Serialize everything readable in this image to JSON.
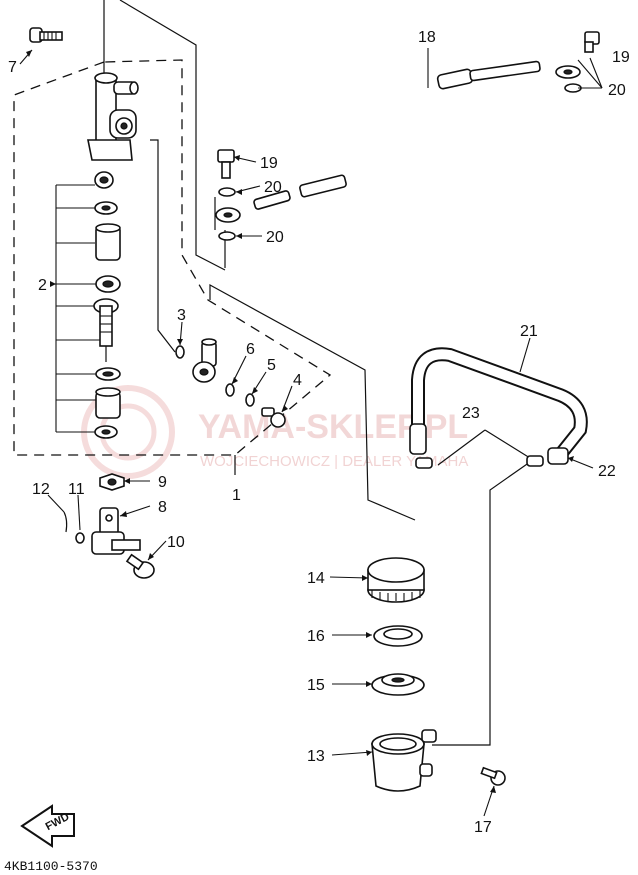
{
  "diagram": {
    "code": "4KB1100-5370",
    "fwd_label": "FWD",
    "watermark": {
      "line1": "YAMA-SKLEP.PL",
      "line2": "WOJCIECHOWICZ | DEALER YAMAHA"
    },
    "callouts": [
      {
        "id": "c7",
        "label": "7"
      },
      {
        "id": "c2",
        "label": "2"
      },
      {
        "id": "c3",
        "label": "3"
      },
      {
        "id": "c6",
        "label": "6"
      },
      {
        "id": "c5",
        "label": "5"
      },
      {
        "id": "c4",
        "label": "4"
      },
      {
        "id": "c9",
        "label": "9"
      },
      {
        "id": "c8",
        "label": "8"
      },
      {
        "id": "c1",
        "label": "1"
      },
      {
        "id": "c12",
        "label": "12"
      },
      {
        "id": "c11",
        "label": "11"
      },
      {
        "id": "c10",
        "label": "10"
      },
      {
        "id": "c18",
        "label": "18"
      },
      {
        "id": "c19a",
        "label": "19"
      },
      {
        "id": "c20a",
        "label": "20"
      },
      {
        "id": "c19b",
        "label": "19"
      },
      {
        "id": "c20b",
        "label": "20"
      },
      {
        "id": "c20c",
        "label": "20"
      },
      {
        "id": "c21",
        "label": "21"
      },
      {
        "id": "c23",
        "label": "23"
      },
      {
        "id": "c22",
        "label": "22"
      },
      {
        "id": "c14",
        "label": "14"
      },
      {
        "id": "c16",
        "label": "16"
      },
      {
        "id": "c15",
        "label": "15"
      },
      {
        "id": "c13",
        "label": "13"
      },
      {
        "id": "c17",
        "label": "17"
      }
    ]
  }
}
